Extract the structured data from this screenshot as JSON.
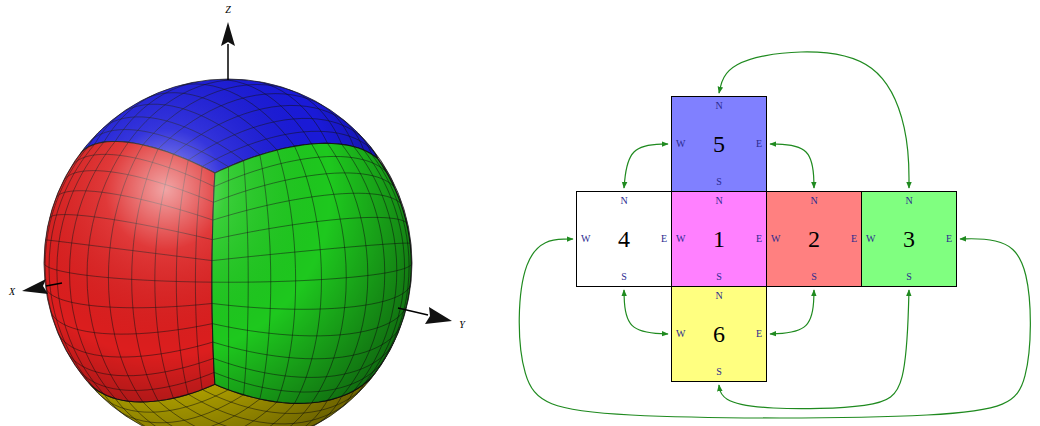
{
  "diagram": {
    "nodes": [
      {
        "text": [
          "N",
          "W",
          "5",
          "E",
          "S"
        ]
      },
      {
        "text": [
          "N",
          "W",
          "4",
          "E",
          "S"
        ]
      },
      {
        "text": [
          "N",
          "W",
          "1",
          "E",
          "S"
        ]
      },
      {
        "text": [
          "N",
          "W",
          "2",
          "E",
          "S"
        ]
      },
      {
        "text": [
          "N",
          "W",
          "3",
          "E",
          "S"
        ]
      },
      {
        "text": [
          "N",
          "W",
          "6",
          "E",
          "S"
        ]
      }
    ],
    "edges": [
      {
        "from": 0,
        "to": 1,
        "arrow": "both"
      },
      {
        "from": 0,
        "to": 3,
        "arrow": "both"
      },
      {
        "from": 0,
        "to": 4,
        "arrow": "both"
      },
      {
        "from": 1,
        "to": 5,
        "arrow": "both"
      },
      {
        "from": 5,
        "to": 3,
        "arrow": "both"
      },
      {
        "from": 4,
        "to": 5,
        "arrow": "both"
      },
      {
        "from": 1,
        "to": 4,
        "arrow": "both"
      }
    ],
    "labels": [
      "Z",
      "X",
      "Y"
    ]
  }
}
